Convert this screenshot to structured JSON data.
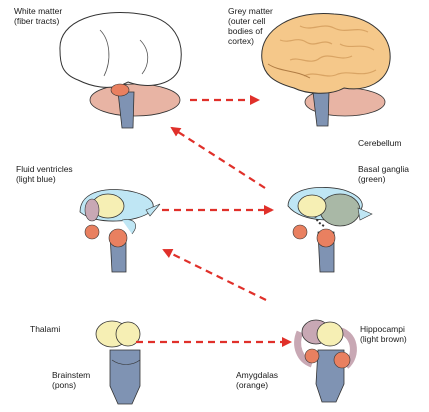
{
  "labels": {
    "white_matter": [
      "White matter",
      "(fiber tracts)"
    ],
    "grey_matter": [
      "Grey matter",
      "(outer cell",
      "bodies of",
      "cortex)"
    ],
    "cerebellum": [
      "Cerebellum"
    ],
    "fluid_ventricles": [
      "Fluid ventricles",
      "(light blue)"
    ],
    "basal_ganglia": [
      "Basal ganglia",
      "(green)"
    ],
    "thalami": [
      "Thalami"
    ],
    "hippocampi": [
      "Hippocampi",
      "(light brown)"
    ],
    "brainstem": [
      "Brainstem",
      "(pons)"
    ],
    "amygdalas": [
      "Amygdalas",
      "(orange)"
    ]
  },
  "colors": {
    "arrow": "#e0302a",
    "white_matter": "#ffffff",
    "grey_matter": "#f5c88a",
    "grey_matter_dark": "#d9a464",
    "cerebellum": "#e8b4a4",
    "brainstem": "#7f93b3",
    "ventricles": "#bfe6f4",
    "basal_ganglia": "#a9b8a6",
    "thalami": "#f6efb4",
    "hippocampi": "#c8a8b4",
    "amygdalas": "#e98060",
    "outline": "#333333"
  }
}
